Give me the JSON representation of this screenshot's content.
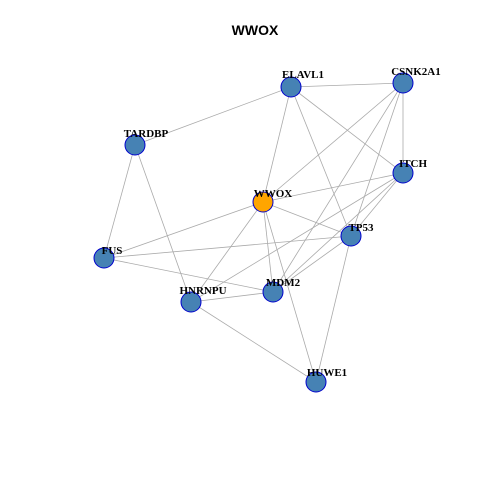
{
  "title": "WWOX",
  "colors": {
    "edge": "#aaaaaa",
    "node_fill": "#4682b4",
    "node_stroke": "#0000cd",
    "center_fill": "#ffa500",
    "background": "#ffffff"
  },
  "network": {
    "center": "WWOX",
    "nodes": [
      "ELAVL1",
      "CSNK2A1",
      "TARDBP",
      "ITCH",
      "WWOX",
      "TP53",
      "FUS",
      "MDM2",
      "HNRNPU",
      "HUWE1"
    ],
    "edges": [
      [
        "ELAVL1",
        "CSNK2A1"
      ],
      [
        "ELAVL1",
        "TARDBP"
      ],
      [
        "ELAVL1",
        "WWOX"
      ],
      [
        "ELAVL1",
        "TP53"
      ],
      [
        "ELAVL1",
        "ITCH"
      ],
      [
        "CSNK2A1",
        "ITCH"
      ],
      [
        "CSNK2A1",
        "WWOX"
      ],
      [
        "CSNK2A1",
        "TP53"
      ],
      [
        "CSNK2A1",
        "MDM2"
      ],
      [
        "TARDBP",
        "FUS"
      ],
      [
        "TARDBP",
        "HNRNPU"
      ],
      [
        "ITCH",
        "WWOX"
      ],
      [
        "ITCH",
        "TP53"
      ],
      [
        "ITCH",
        "MDM2"
      ],
      [
        "ITCH",
        "HNRNPU"
      ],
      [
        "WWOX",
        "TP53"
      ],
      [
        "WWOX",
        "FUS"
      ],
      [
        "WWOX",
        "HNRNPU"
      ],
      [
        "WWOX",
        "MDM2"
      ],
      [
        "WWOX",
        "HUWE1"
      ],
      [
        "TP53",
        "FUS"
      ],
      [
        "TP53",
        "MDM2"
      ],
      [
        "TP53",
        "HUWE1"
      ],
      [
        "FUS",
        "MDM2"
      ],
      [
        "MDM2",
        "HNRNPU"
      ],
      [
        "HNRNPU",
        "HUWE1"
      ]
    ]
  }
}
